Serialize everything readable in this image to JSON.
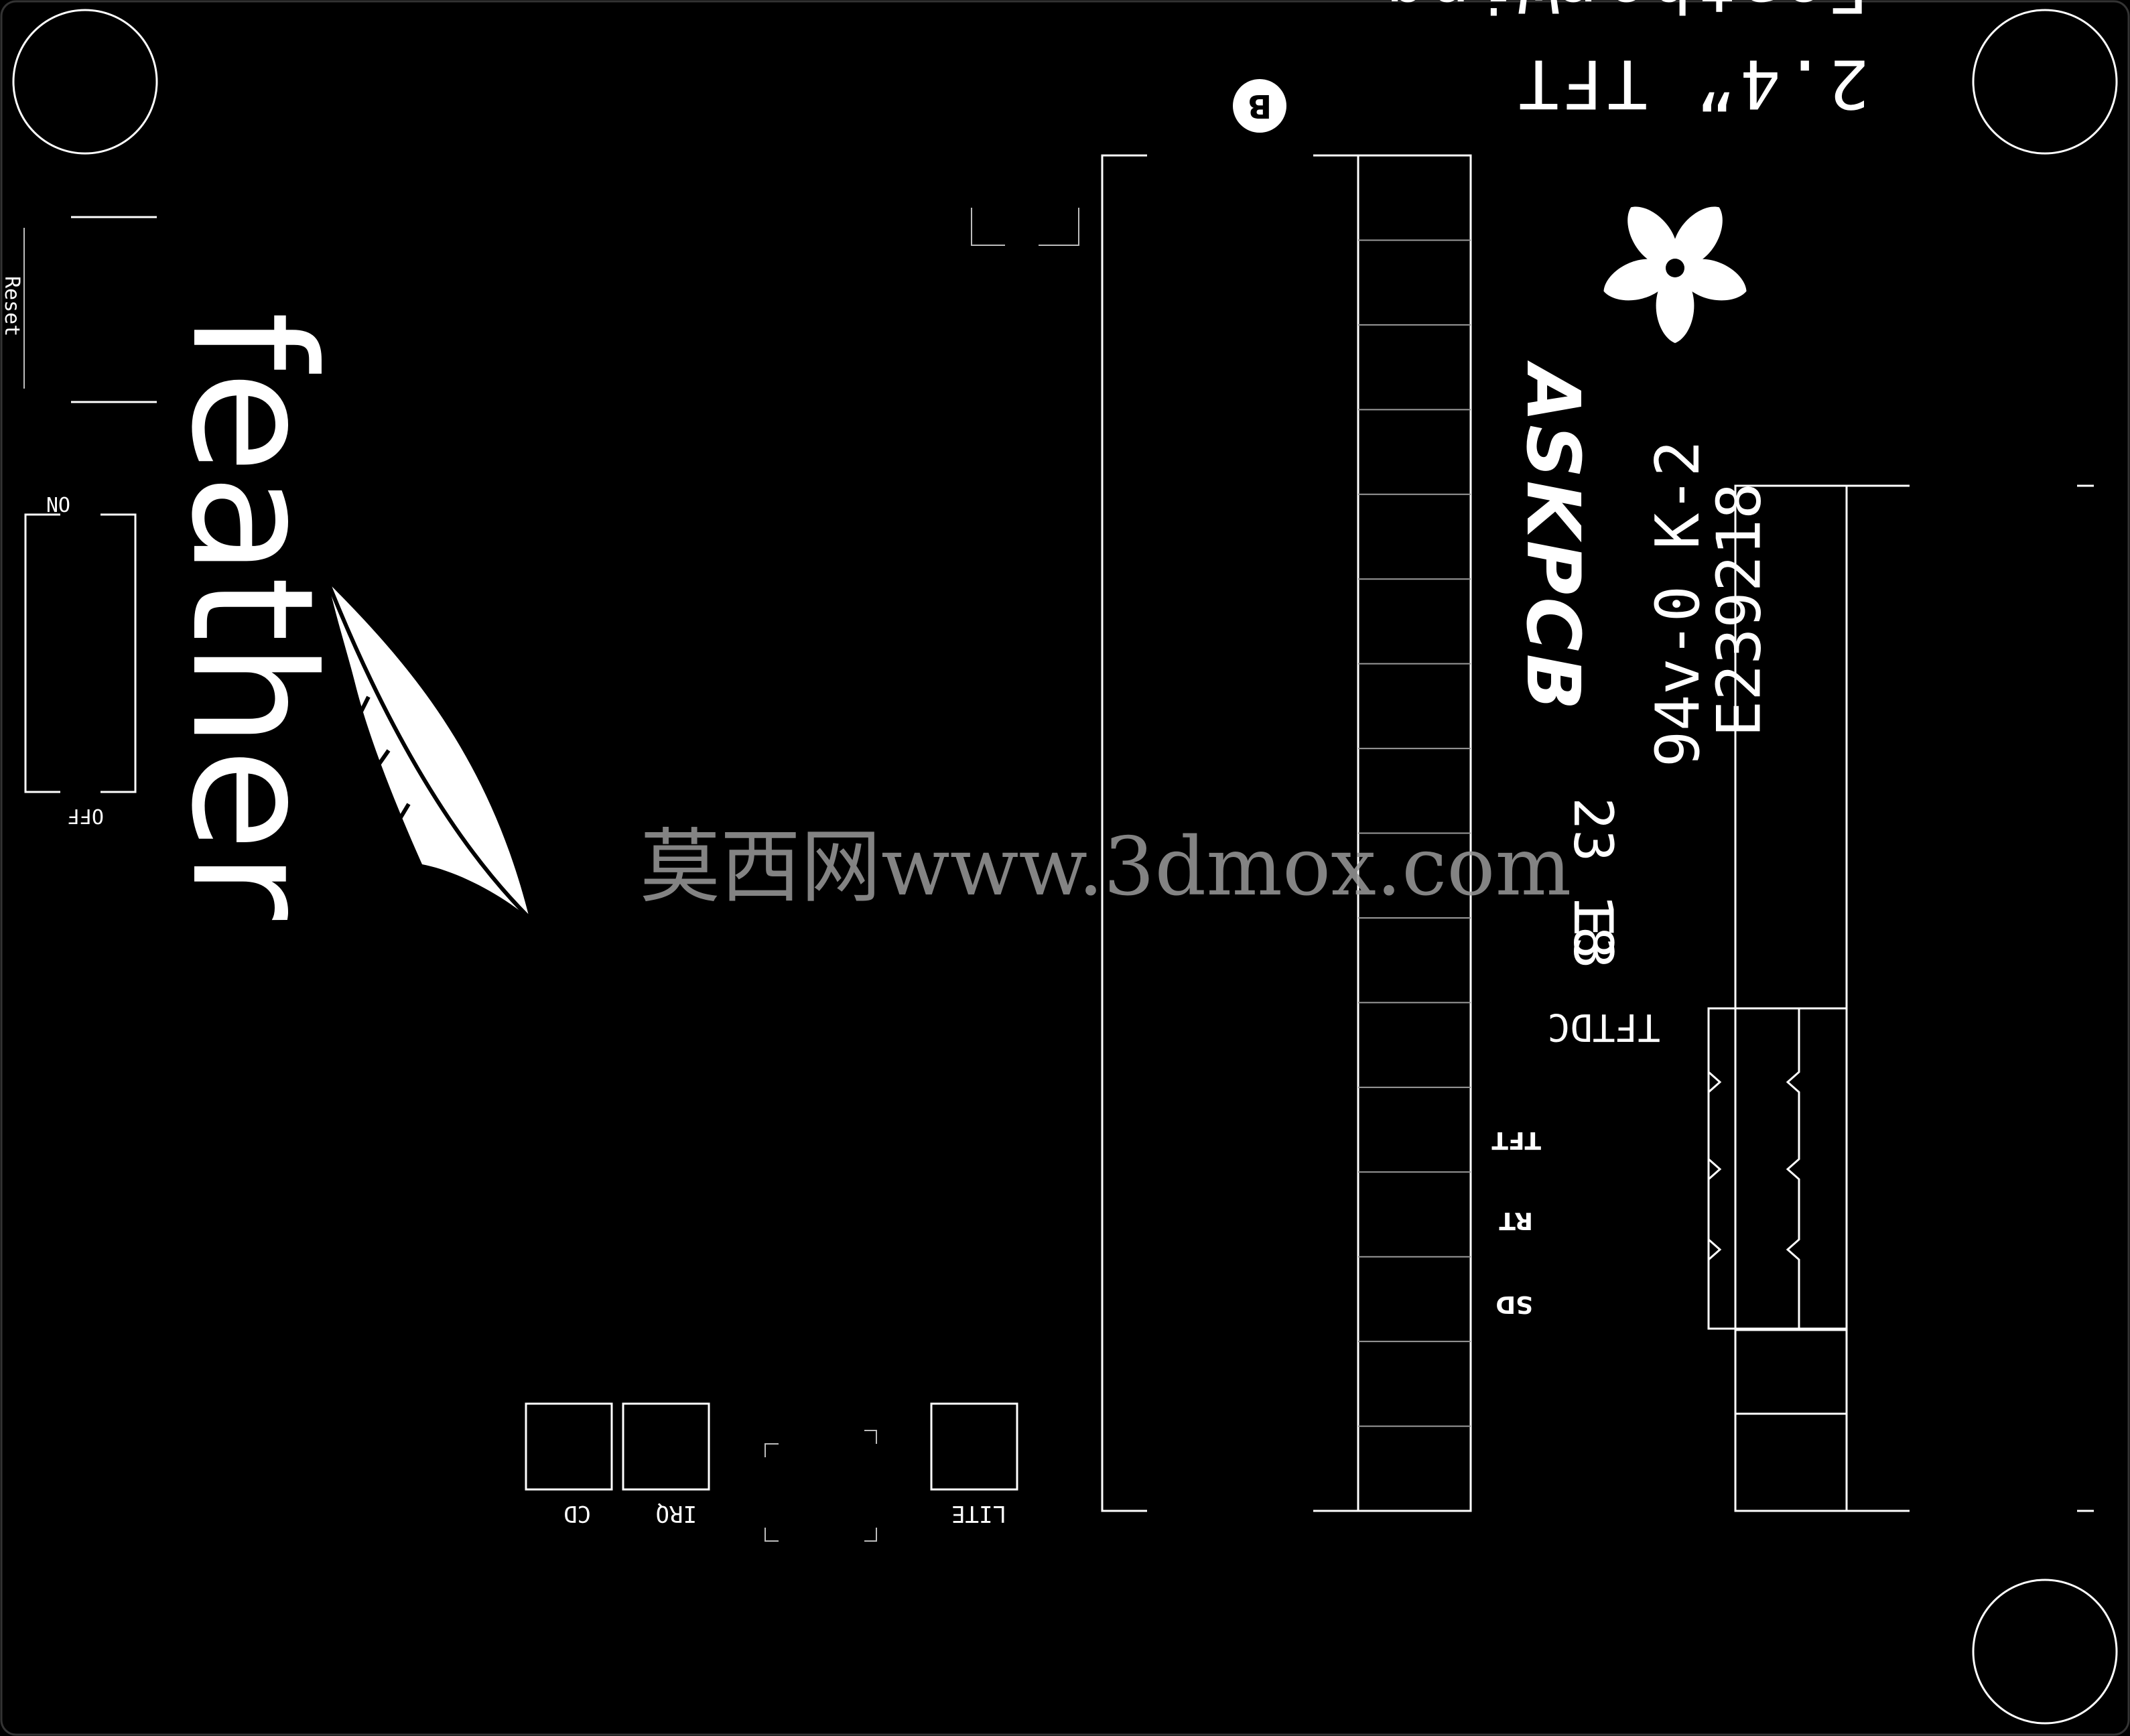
{
  "board": {
    "background": "#000000",
    "silkscreen_color": "#ffffff"
  },
  "labels": {
    "product_line1": "FeatherWing",
    "product_line2": "2.4” TFT",
    "revision_badge": "B",
    "reset": "Reset",
    "switch_on": "ON",
    "switch_off": "OFF",
    "brand_word": "feather",
    "fab_logo": "ASKPCB",
    "rating": "94v-0 K-2",
    "ul_number": "E239218",
    "date_code": "23 18",
    "date_code2": "E3",
    "tftdc": "TFTDC",
    "pad_tft": "TFT",
    "pad_rt": "RT",
    "pad_sd": "SD",
    "pad_cd": "CD",
    "pad_irq": "IRQ",
    "pad_lite": "LITE"
  },
  "icons": {
    "logo": "adafruit-flower-icon",
    "feather": "feather-icon"
  },
  "watermark": {
    "text": "莫西网www.3dmox.com",
    "color": "#9a9a9a"
  }
}
